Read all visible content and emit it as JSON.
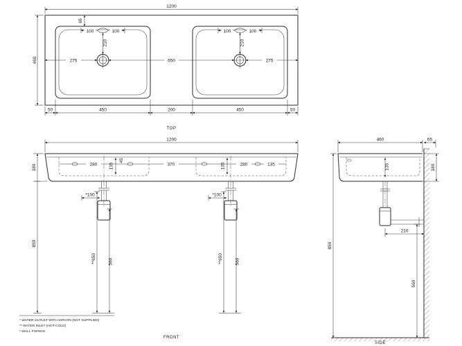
{
  "top_view": {
    "label": "TOP",
    "dim_width": "1200",
    "dim_depth": "460",
    "dim_edge": "65",
    "dim_tap_l1": "100",
    "dim_tap_l2": "100",
    "dim_tap_lv": "210",
    "dim_tap_r1": "100",
    "dim_tap_r2": "100",
    "dim_tap_rv": "210",
    "dim_left": "275",
    "dim_center": "650",
    "dim_right": "275",
    "dim_bottom": [
      "50",
      "450",
      "200",
      "450",
      "50"
    ]
  },
  "front_view": {
    "label": "FRONT",
    "dim_width": "1200",
    "dim_height": "180",
    "dim_wall_height": "850",
    "dim_280_l": "280",
    "dim_135_l": "135",
    "dim_45": "45",
    "dim_370": "370",
    "dim_135_r": "135",
    "dim_280_r": "280",
    "dim_135_edge": "135",
    "dim_drain_l": "*100",
    "dim_drain_r": "*100",
    "dim_inlet_l": "**650",
    "dim_outlet_l": "560",
    "dim_inlet_r": "**650",
    "dim_outlet_r": "560"
  },
  "side_view": {
    "label": "SIDE",
    "dim_depth": "460",
    "dim_65": "65",
    "dim_135": "135",
    "dim_180": "180",
    "dim_850": "850",
    "dim_210": "210",
    "dim_560": "560"
  },
  "footnotes": [
    "* WATER OUTLET WITH SIPHON (NOT SUPPLIED)",
    "** WATER INLET  (HOT-COLD)",
    "* WALL FIXINGS"
  ]
}
